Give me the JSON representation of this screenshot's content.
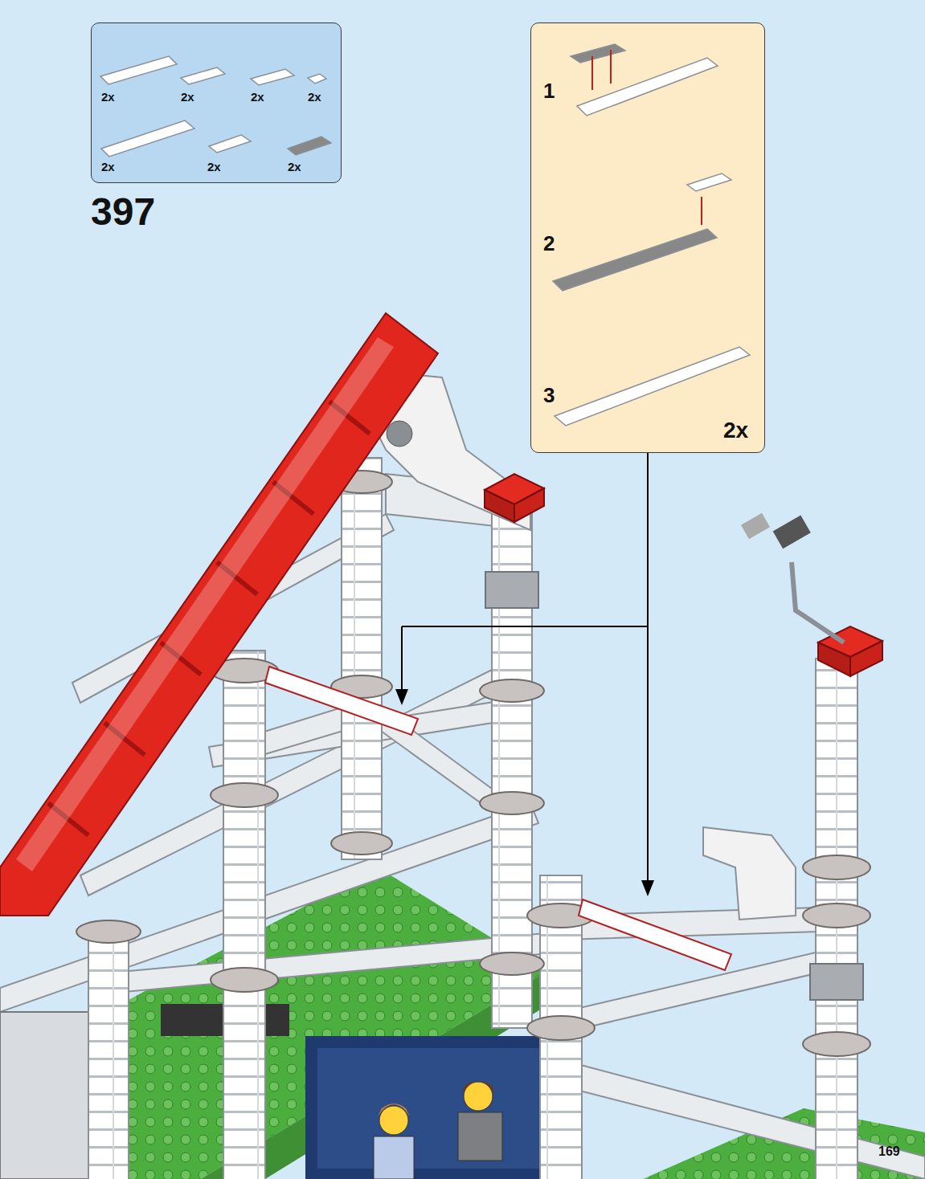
{
  "diagram": {
    "nodes": [
      {
        "text": [
          "2x",
          "2x",
          "2x",
          "2x",
          "2x",
          "2x",
          "2x"
        ]
      },
      {
        "text": [
          "1",
          "2",
          "3",
          "2x"
        ]
      }
    ],
    "labels": [
      "397",
      "169"
    ]
  }
}
